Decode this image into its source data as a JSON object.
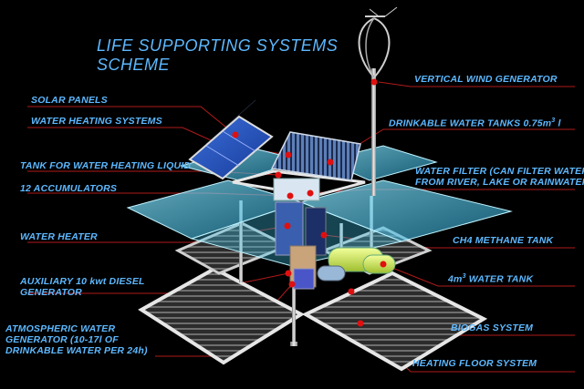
{
  "title": {
    "line1": "LIFE SUPPORTING SYSTEMS",
    "line2": "SCHEME"
  },
  "labels": {
    "solar_panels": "SOLAR PANELS",
    "water_heating_systems": "WATER HEATING SYSTEMS",
    "tank_heating_liquid": "TANK FOR WATER HEATING LIQUID",
    "accumulators": "12 ACCUMULATORS",
    "water_heater": "WATER HEATER",
    "diesel_generator_1": "AUXILIARY 10 kwt DIESEL",
    "diesel_generator_2": "GENERATOR",
    "atmospheric_1": "ATMOSPHERIC WATER",
    "atmospheric_2": "GENERATOR (10-17l OF",
    "atmospheric_3": "DRINKABLE WATER PER 24h)",
    "vertical_wind": "VERTICAL WIND GENERATOR",
    "drinkable_tanks": "DRINKABLE WATER TANKS 0.75m",
    "drinkable_tanks_sup": "3",
    "drinkable_tanks_unit": " l",
    "water_filter_1": "WATER FILTER (CAN FILTER WATER",
    "water_filter_2": "FROM RIVER, LAKE OR RAINWATER)",
    "methane_tank": "CH4 METHANE TANK",
    "water_tank_pre": "4m",
    "water_tank_sup": "3",
    "water_tank_post": " WATER TANK",
    "biogas": "BIOGAS SYSTEM",
    "heating_floor": "HEATING FLOOR SYSTEM"
  },
  "colors": {
    "label_blue": "#5db8ff",
    "leader_red": "#b11a1a",
    "glass_cyan": "#5fd6f2",
    "marker_red": "#e01010",
    "background": "#000000"
  }
}
